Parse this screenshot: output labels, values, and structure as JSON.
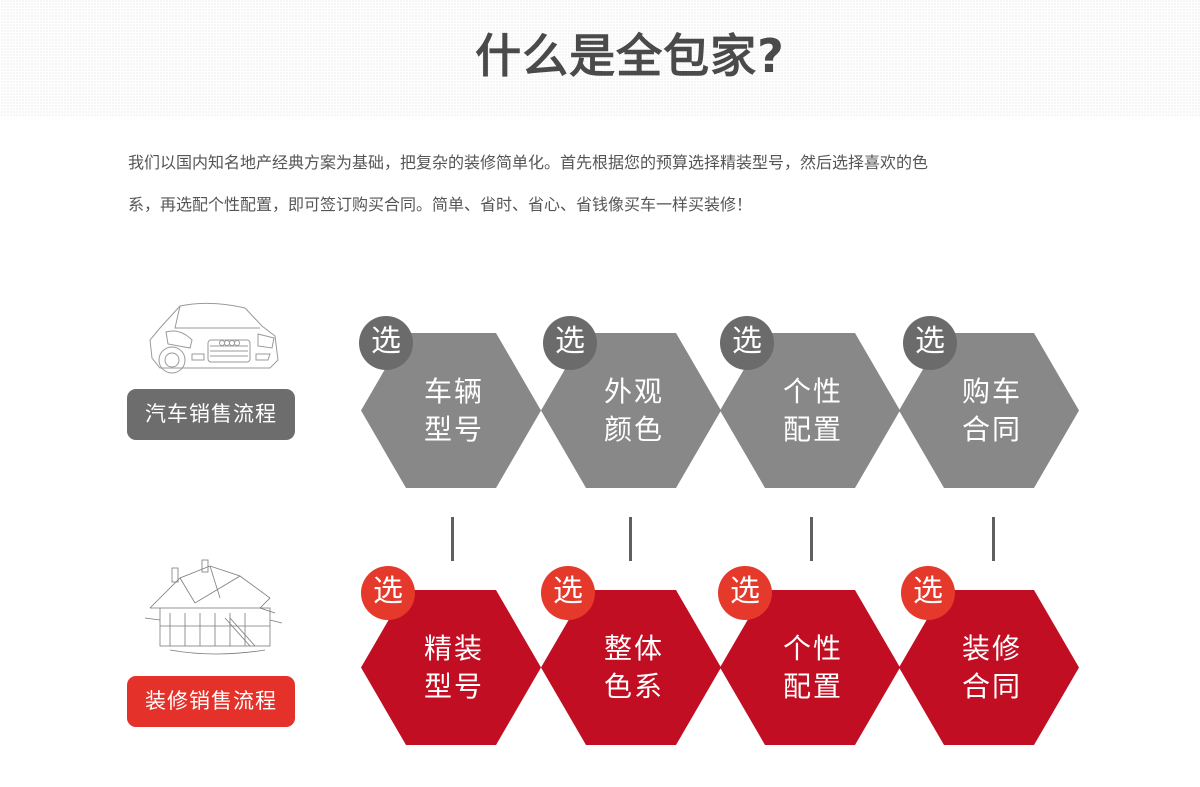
{
  "header": {
    "title": "什么是全包家?"
  },
  "intro": {
    "line1": "我们以国内知名地产经典方案为基础，把复杂的装修简单化。首先根据您的预算选择精装型号，然后选择喜欢的色",
    "line2": "系，再选配个性配置，即可签订购买合同。简单、省时、省心、省钱像买车一样买装修！"
  },
  "colors": {
    "car_hex": "#888888",
    "car_badge": "#6b6b6b",
    "car_label_bg": "#6d6d6d",
    "home_hex": "#c20e23",
    "home_badge": "#e4392b",
    "home_label_bg": "#e4322a",
    "connector": "#5f5f5f"
  },
  "car_process": {
    "icon": "car-icon",
    "label": "汽车销售流程",
    "steps": [
      {
        "badge": "选",
        "line1": "车辆",
        "line2": "型号"
      },
      {
        "badge": "选",
        "line1": "外观",
        "line2": "颜色"
      },
      {
        "badge": "选",
        "line1": "个性",
        "line2": "配置"
      },
      {
        "badge": "选",
        "line1": "购车",
        "line2": "合同"
      }
    ]
  },
  "home_process": {
    "icon": "house-icon",
    "label": "装修销售流程",
    "steps": [
      {
        "badge": "选",
        "line1": "精装",
        "line2": "型号"
      },
      {
        "badge": "选",
        "line1": "整体",
        "line2": "色系"
      },
      {
        "badge": "选",
        "line1": "个性",
        "line2": "配置"
      },
      {
        "badge": "选",
        "line1": "装修",
        "line2": "合同"
      }
    ]
  }
}
